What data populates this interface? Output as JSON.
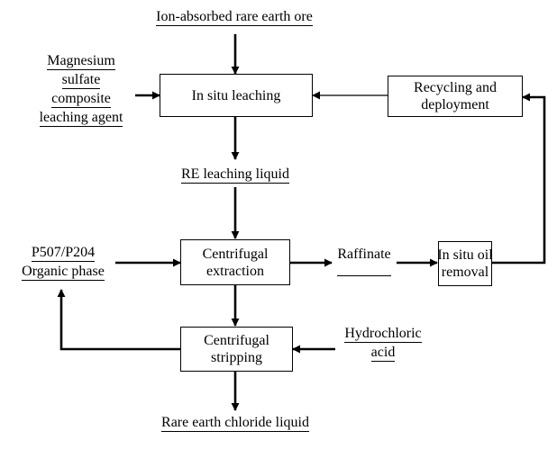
{
  "labels": {
    "ore": "Ion-absorbed rare earth ore",
    "leaching_agent": [
      "Magnesium",
      "sulfate",
      "composite",
      "leaching agent"
    ],
    "re_liquid": "RE leaching liquid",
    "organic": [
      "P507/P204",
      "Organic phase"
    ],
    "raffinate": "Raffinate",
    "hcl": [
      "Hydrochloric",
      "acid"
    ],
    "product": "Rare earth chloride liquid"
  },
  "boxes": {
    "leaching": [
      "In situ leaching"
    ],
    "recycling": [
      "Recycling and",
      "deployment"
    ],
    "extraction": [
      "Centrifugal",
      "extraction"
    ],
    "oil_removal": [
      "In situ oil",
      "removal"
    ],
    "stripping": [
      "Centrifugal",
      "stripping"
    ]
  }
}
